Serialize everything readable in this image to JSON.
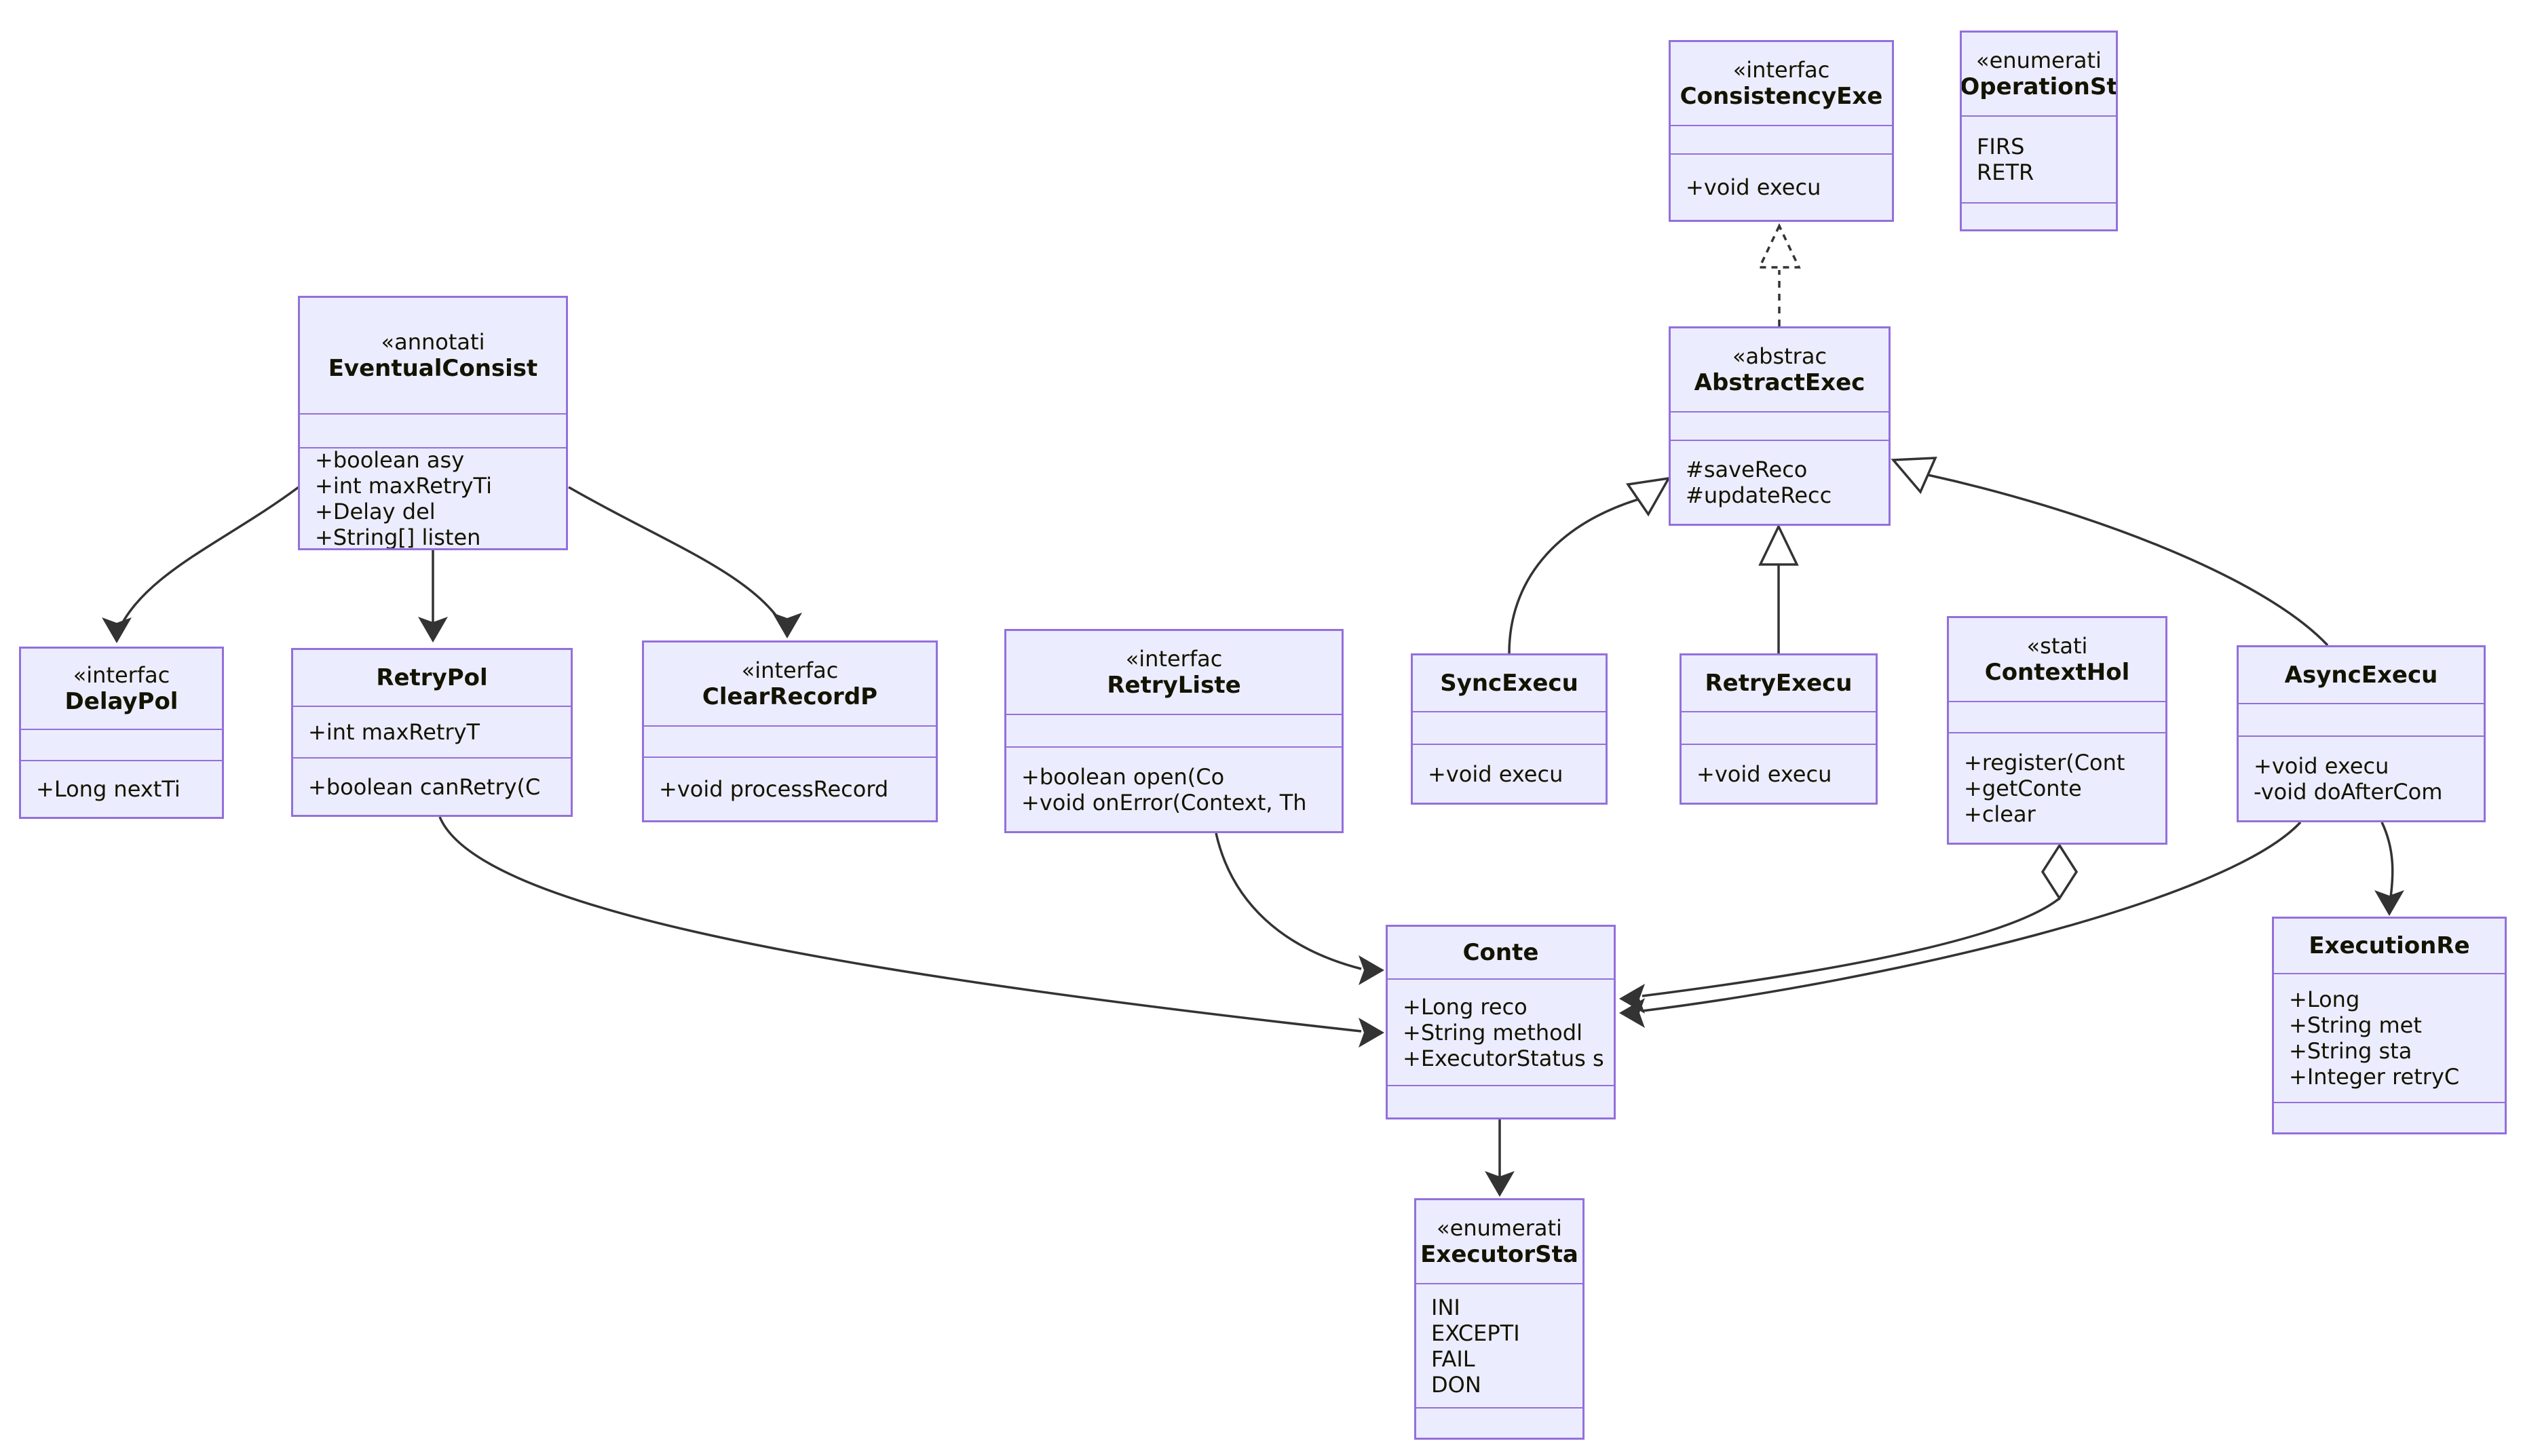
{
  "diagram": {
    "type": "uml-class-diagram",
    "colors": {
      "node_fill": "#ECECFF",
      "node_border": "#9370DB",
      "edge": "#333333",
      "text": "#131300",
      "background": "#ffffff"
    }
  },
  "classes": {
    "eventualConsist": {
      "stereotype": "«annotati",
      "name": "EventualConsist",
      "methods": [
        "+boolean asy",
        "+int maxRetryTi",
        "+Delay del",
        "+String[] listen"
      ]
    },
    "delayPol": {
      "stereotype": "«interfac",
      "name": "DelayPol",
      "methods": [
        "+Long nextTi"
      ]
    },
    "retryPol": {
      "name": "RetryPol",
      "attributes": [
        "+int maxRetryT"
      ],
      "methods": [
        "+boolean canRetry(C"
      ]
    },
    "clearRecordP": {
      "stereotype": "«interfac",
      "name": "ClearRecordP",
      "methods": [
        "+void processRecord"
      ]
    },
    "retryListe": {
      "stereotype": "«interfac",
      "name": "RetryListe",
      "methods": [
        "+boolean open(Co",
        "+void onError(Context, Th"
      ]
    },
    "consistencyExe": {
      "stereotype": "«interfac",
      "name": "ConsistencyExe",
      "methods": [
        "+void execu"
      ]
    },
    "operationSt": {
      "stereotype": "«enumerati",
      "name": "OperationSt",
      "values": [
        "FIRS",
        "RETR"
      ]
    },
    "abstractExec": {
      "stereotype": "«abstrac",
      "name": "AbstractExec",
      "methods": [
        "#saveReco",
        "#updateRecc"
      ]
    },
    "syncExecu": {
      "name": "SyncExecu",
      "methods": [
        "+void execu"
      ]
    },
    "retryExecu": {
      "name": "RetryExecu",
      "methods": [
        "+void execu"
      ]
    },
    "contextHol": {
      "stereotype": "«stati",
      "name": "ContextHol",
      "methods": [
        "+register(Cont",
        "+getConte",
        "+clear"
      ]
    },
    "asyncExecu": {
      "name": "AsyncExecu",
      "methods": [
        "+void execu",
        "-void doAfterCom"
      ]
    },
    "conte": {
      "name": "Conte",
      "attributes": [
        "+Long reco",
        "+String methodl",
        "+ExecutorStatus s"
      ]
    },
    "executionRe": {
      "name": "ExecutionRe",
      "attributes": [
        "+Long",
        "+String met",
        "+String sta",
        "+Integer retryC"
      ]
    },
    "executorSt": {
      "stereotype": "«enumerati",
      "name": "ExecutorSta",
      "values": [
        "INI",
        "EXCEPTI",
        "FAIL",
        "DON"
      ]
    }
  },
  "relationships": [
    {
      "from": "EventualConsist",
      "to": "DelayPol",
      "type": "dependency-arrow"
    },
    {
      "from": "EventualConsist",
      "to": "RetryPol",
      "type": "dependency-arrow"
    },
    {
      "from": "EventualConsist",
      "to": "ClearRecordP",
      "type": "dependency-arrow"
    },
    {
      "from": "AbstractExec",
      "to": "ConsistencyExe",
      "type": "realization-dashed-hollow-triangle"
    },
    {
      "from": "SyncExecu",
      "to": "AbstractExec",
      "type": "inheritance-hollow-triangle"
    },
    {
      "from": "RetryExecu",
      "to": "AbstractExec",
      "type": "inheritance-hollow-triangle"
    },
    {
      "from": "AsyncExecu",
      "to": "AbstractExec",
      "type": "inheritance-hollow-triangle"
    },
    {
      "from": "RetryPol",
      "to": "Conte",
      "type": "dependency-arrow"
    },
    {
      "from": "RetryListe",
      "to": "Conte",
      "type": "dependency-arrow"
    },
    {
      "from": "ContextHol",
      "to": "Conte",
      "type": "aggregation-diamond-arrow"
    },
    {
      "from": "AsyncExecu",
      "to": "Conte",
      "type": "dependency-arrow"
    },
    {
      "from": "AsyncExecu",
      "to": "ExecutionRe",
      "type": "dependency-arrow"
    },
    {
      "from": "Conte",
      "to": "ExecutorSta",
      "type": "dependency-arrow"
    }
  ]
}
